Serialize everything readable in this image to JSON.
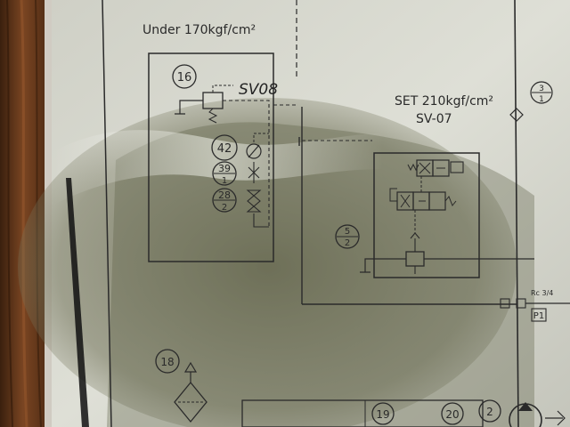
{
  "photo": {
    "wood_color": "#6b3a1c",
    "paper_color": "#dcdcd4",
    "ink_color": "#2a2a2a",
    "shadow_color": "#6b6b52"
  },
  "left_block": {
    "pressure_label": "Under 170kgf/cm²",
    "valve_number": "16",
    "valve_tag": "SV08",
    "part_top": "42",
    "part_mid_top": "39",
    "part_mid_bottom": "1",
    "part_low_top": "28",
    "part_low_bottom": "2"
  },
  "right_block": {
    "pressure_label": "SET 210kgf/cm²",
    "valve_tag": "SV-07",
    "ref_top": "5",
    "ref_bottom": "2"
  },
  "side_marks": {
    "ref_top": "3",
    "ref_bottom": "1",
    "port_label": "Rc 3/4",
    "port_tag": "P1"
  },
  "bottom": {
    "filter_number": "18",
    "part_a": "19",
    "part_b": "20",
    "part_c": "2"
  }
}
